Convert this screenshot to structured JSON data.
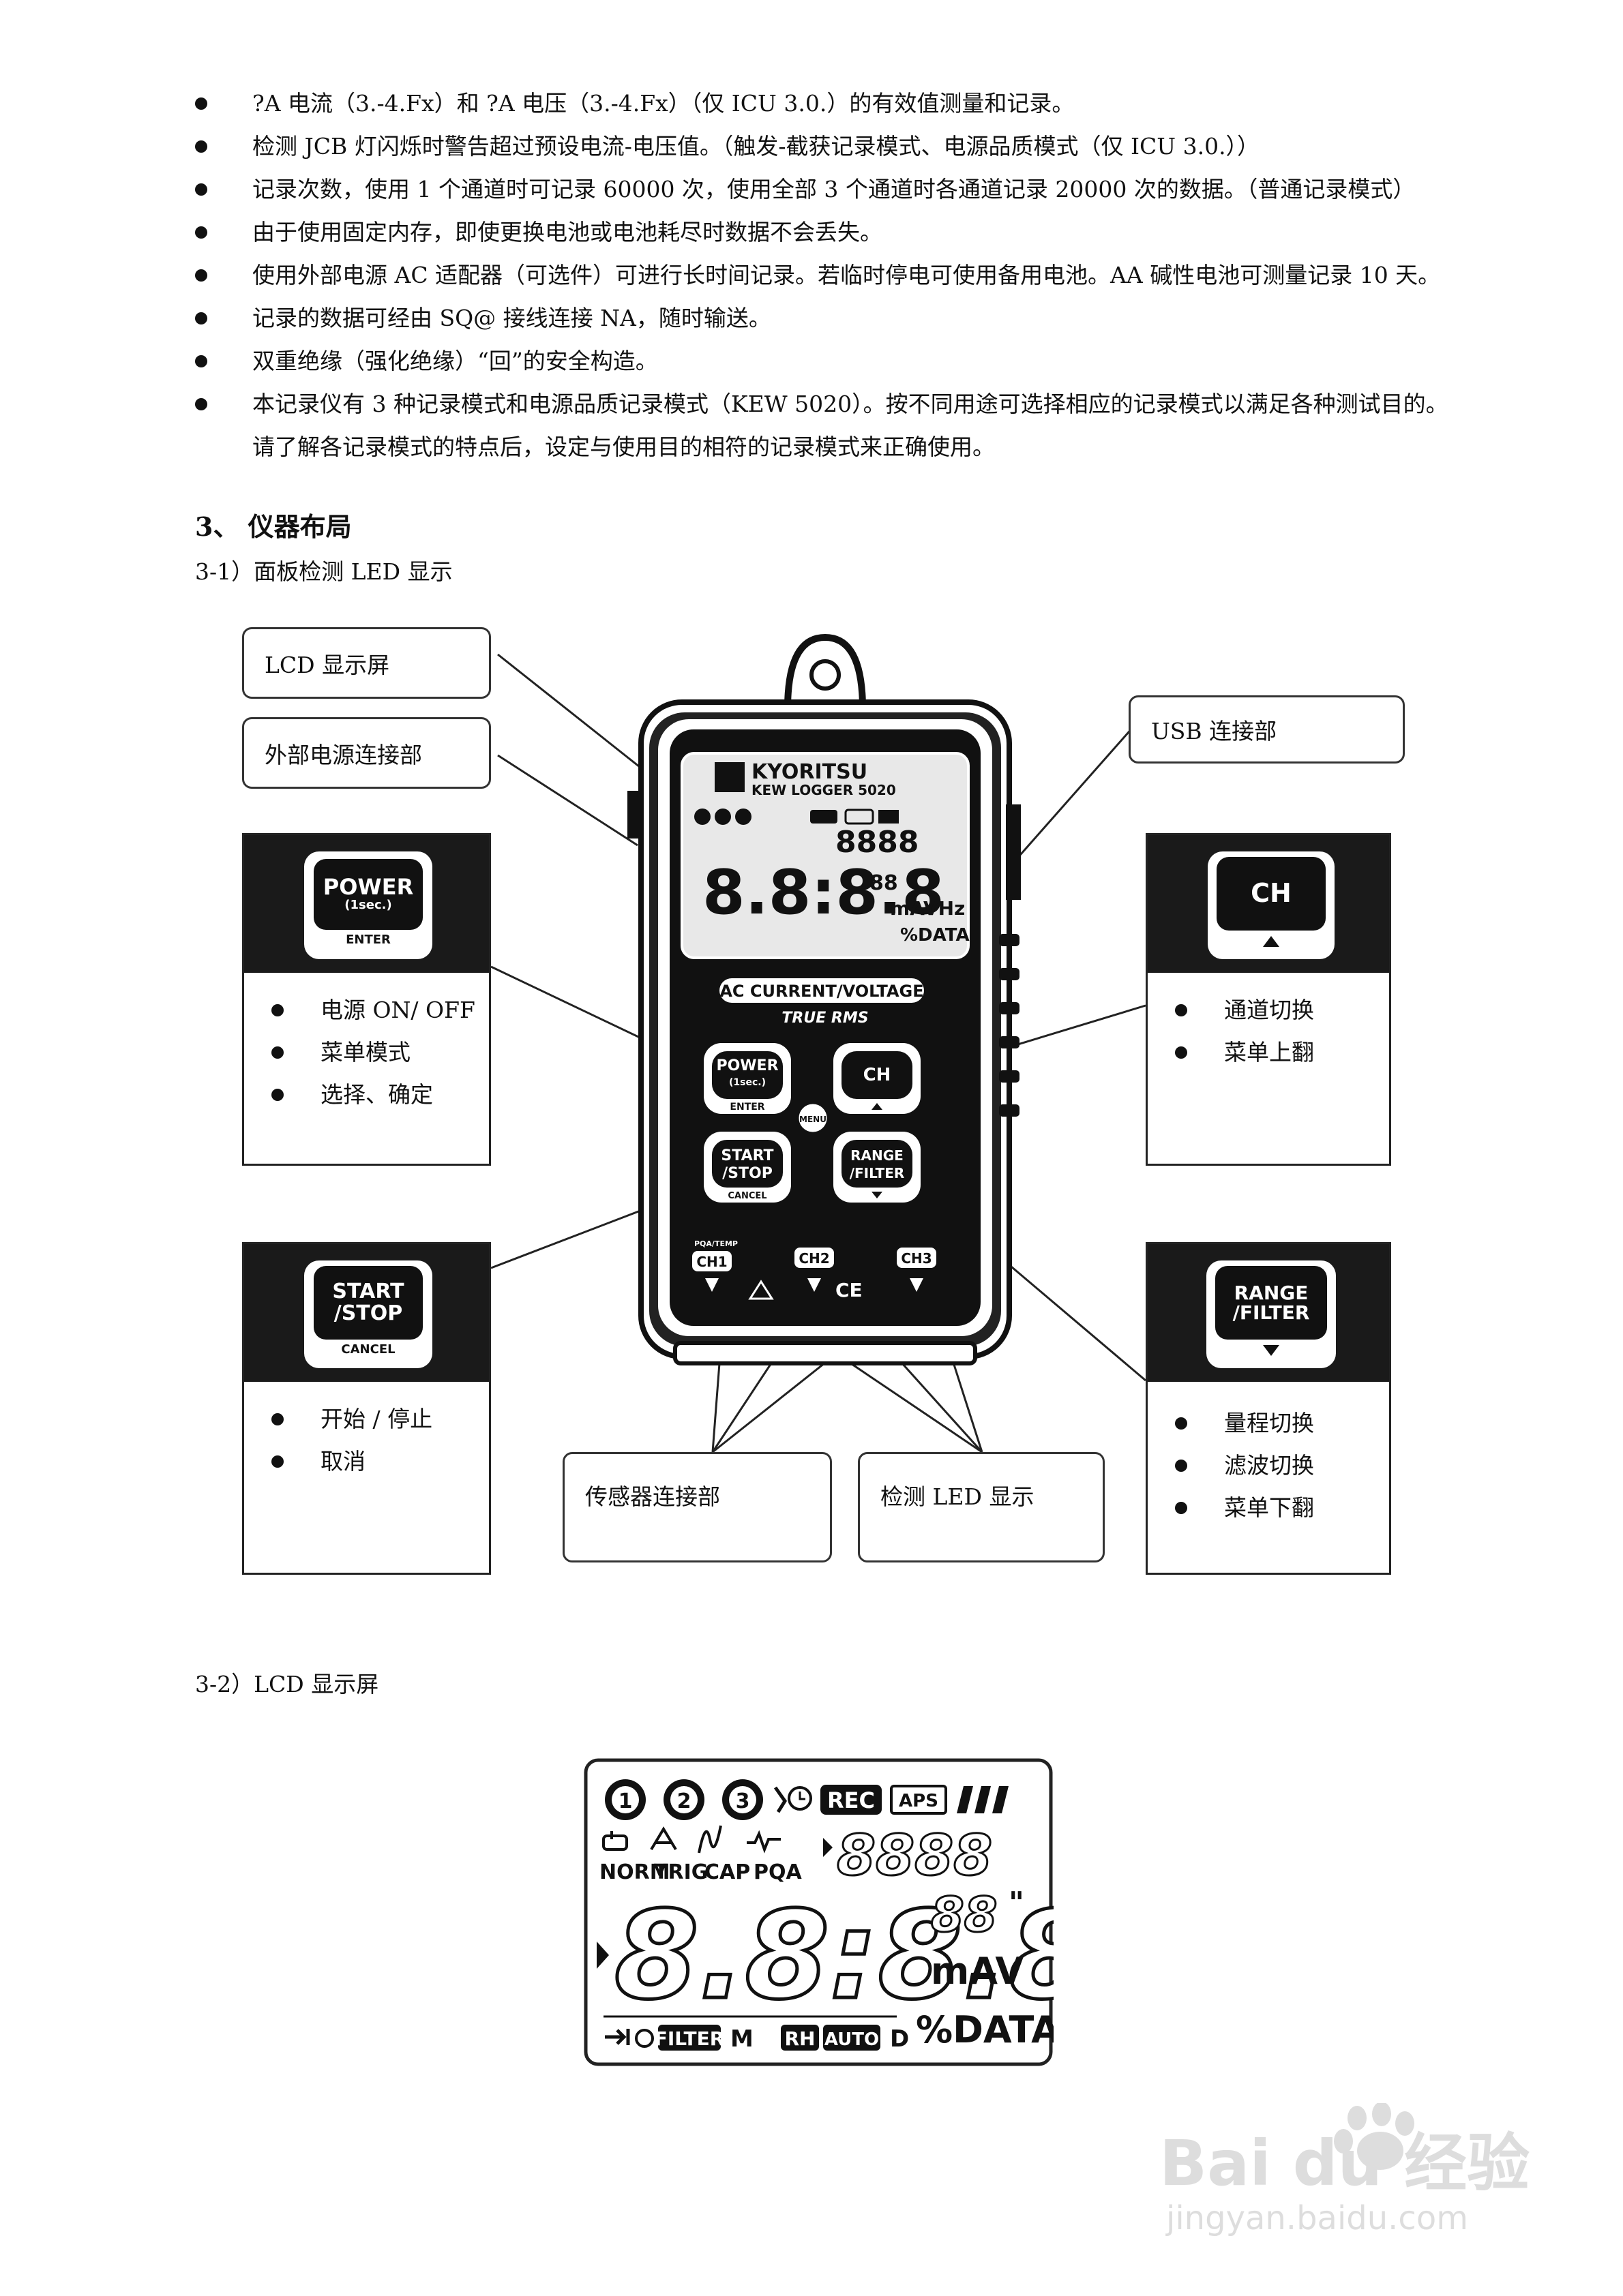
{
  "bullets": [
    "?A 电流（3.-4.Fx）和 ?A 电压（3.-4.Fx）（仅 ICU 3.0.）的有效值测量和记录。",
    "检测 JCB 灯闪烁时警告超过预设电流-电压值。（触发-截获记录模式、电源品质模式（仅 ICU 3.0.））",
    "记录次数，使用 1 个通道时可记录 60000 次，使用全部 3 个通道时各通道记录 20000 次的数据。（普通记录模式）",
    "由于使用固定内存，即使更换电池或电池耗尽时数据不会丢失。",
    "使用外部电源 AC 适配器（可选件）可进行长时间记录。若临时停电可使用备用电池。AA 碱性电池可测量记录 10 天。",
    "记录的数据可经由 SQ@ 接线连接 NA，随时输送。",
    "双重绝缘（强化绝缘）“回”的安全构造。",
    "本记录仪有 3 种记录模式和电源品质记录模式（KEW 5020）。按不同用途可选择相应的记录模式以满足各种测试目的。请了解各记录模式的特点后，设定与使用目的相符的记录模式来正确使用。"
  ],
  "section_heading": "3、 仪器布局",
  "subsection_1": "3-1）面板检测 LED 显示",
  "subsection_2": "3-2）LCD 显示屏",
  "callouts": {
    "lcd": "LCD 显示屏",
    "ext_power": "外部电源连接部",
    "usb": "USB 连接部",
    "sensor": "传感器连接部",
    "led": "检测 LED 显示"
  },
  "panels": {
    "power": {
      "btn_main": "POWER",
      "btn_sub1": "(1sec.)",
      "btn_sub2": "ENTER",
      "items": [
        "电源 ON/ OFF",
        "菜单模式",
        "选择、确定"
      ]
    },
    "ch": {
      "btn_main": "CH",
      "items": [
        "通道切换",
        "菜单上翻"
      ]
    },
    "start": {
      "btn_line1": "START",
      "btn_line2": "/STOP",
      "btn_sub": "CANCEL",
      "items": [
        "开始 / 停止",
        "取消"
      ]
    },
    "range": {
      "btn_line1": "RANGE",
      "btn_line2": "/FILTER",
      "items": [
        "量程切换",
        "滤波切换",
        "菜单下翻"
      ]
    }
  },
  "device": {
    "brand": "KYORITSU",
    "model": "KEW LOGGER 5020",
    "mode_label": "AC CURRENT/VOLTAGE",
    "rms_label": "TRUE RMS",
    "menu_label": "MENU",
    "ch_labels": [
      "CH1",
      "CH2",
      "CH3"
    ],
    "ch1_top": "PQA/TEMP"
  },
  "lcd": {
    "channels": [
      "1",
      "2",
      "3"
    ],
    "rec": "REC",
    "aps": "APS",
    "modes": [
      "NORM",
      "TRIG",
      "CAP",
      "PQA"
    ],
    "digits_small": "8888",
    "digits_big": "8.8:8.8",
    "digits_sup": "88",
    "unit": "mAV",
    "unit_hz": "mAVHz",
    "pct_data": "%DATA",
    "filter": "FILTER",
    "m": "M",
    "rh": "RH",
    "auto": "AUTO",
    "d": "D"
  },
  "watermark": {
    "logo": "Bai du 经验",
    "url": "jingyan.baidu.com"
  }
}
